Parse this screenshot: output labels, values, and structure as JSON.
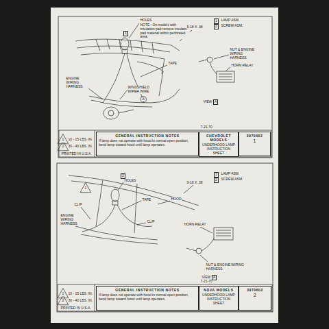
{
  "diagram": {
    "nodes": [
      {
        "text": [
          "GENERAL INSTRUCTION NOTES",
          "If lamp does not operate with hood in normal open position, bend lamp toward hood until lamp operates."
        ]
      },
      {
        "text": [
          "CHEVROLET MODELS",
          "UNDERHOOD LAMP INSTRUCTION SHEET"
        ]
      },
      {
        "text": [
          "3970602",
          "1"
        ]
      },
      {
        "text": [
          "GENERAL INSTRUCTION NOTES",
          "If lamp does not operate with hood in normal open position, bend lamp toward hood until lamp operates."
        ]
      },
      {
        "text": [
          "NOVA MODELS",
          "UNDERHOOD LAMP INSTRUCTION SHEET"
        ]
      },
      {
        "text": [
          "3970602",
          "2"
        ]
      }
    ],
    "labels": [
      "1",
      "HOLES",
      "NOTE : On models with insulation pad remove insulator pad material within perforated area.",
      "TAPE",
      "ENGINE WIRING HARNESS",
      "WINDSHIELD WIPER WIRE",
      "A",
      "9-18 X .38",
      "1",
      "LAMP ASM.",
      "2",
      "SCREW ASM.",
      "NUT & ENGINE WIRING HARNESS",
      "HORN RELAY",
      "VIEW",
      "A",
      "1",
      "10 - 15 LBS. IN.",
      "2",
      "30 - 40 LBS. IN.",
      "PRINTED IN U.S.A.",
      "7-21-70",
      "1",
      "HOLES",
      "2",
      "TAPE",
      "HOOD",
      "CLIP",
      "CLIP",
      "ENGINE WIRING HARNESS",
      "9-18 X .38",
      "1",
      "LAMP ASM.",
      "2",
      "SCREW ASM.",
      "HORN RELAY",
      "NUT & ENGINE WIRING HARNESS",
      "VIEW",
      "A",
      "1",
      "10 - 15 LBS. IN.",
      "2",
      "30 - 40 LBS. IN.",
      "PRINTED IN U.S.A.",
      "7-21-70"
    ]
  }
}
